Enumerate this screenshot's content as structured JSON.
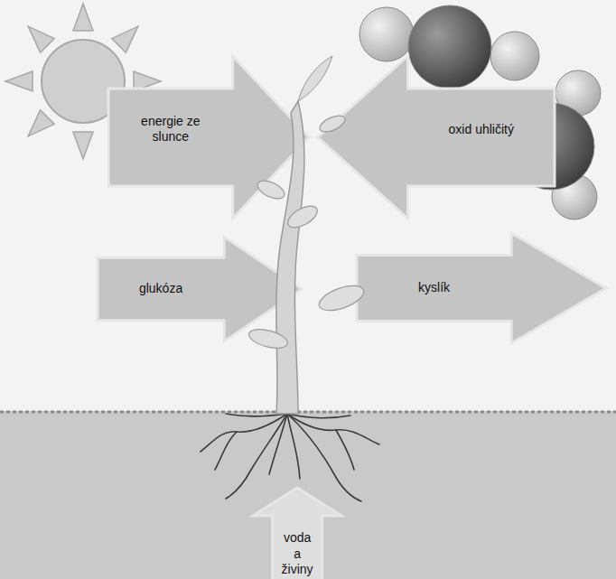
{
  "diagram": {
    "nodes": [
      {
        "text": [
          "energie ze slunce"
        ]
      },
      {
        "text": [
          "oxid uhličitý"
        ]
      },
      {
        "text": [
          "glukóza"
        ]
      },
      {
        "text": [
          "kyslík"
        ]
      },
      {
        "text": [
          "voda a živiny"
        ]
      }
    ]
  }
}
